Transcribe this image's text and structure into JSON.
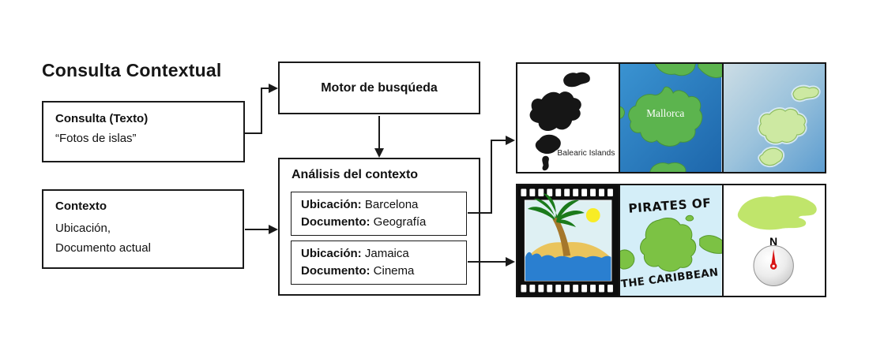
{
  "title": "Consulta Contextual",
  "colors": {
    "line": "#1a1a1a",
    "sea_blue": "#2a80c8",
    "island_green": "#5cb44e",
    "pale_island_green": "#cde9a2",
    "film_sea": "#2a7fd0",
    "sand": "#eac45c",
    "sun_yellow": "#f8ec26",
    "pirates_bg": "#d4eef8",
    "pirates_green": "#7cc244",
    "compass_island_green": "#c0e56b",
    "needle_red": "#d81414"
  },
  "boxes": {
    "consulta": {
      "heading": "Consulta (Texto)",
      "body": "“Fotos de islas”"
    },
    "contexto": {
      "heading": "Contexto",
      "line1": "Ubicación,",
      "line2": "Documento actual"
    },
    "motor": {
      "label": "Motor de busqúeda"
    },
    "analisis": {
      "heading": "Análisis del contexto",
      "results": [
        {
          "ubicacion_label": "Ubicación:",
          "ubicacion_value": " Barcelona",
          "documento_label": "Documento:",
          "documento_value": " Geografía"
        },
        {
          "ubicacion_label": "Ubicación:",
          "ubicacion_value": " Jamaica",
          "documento_label": "Documento:",
          "documento_value": " Cinema"
        }
      ]
    }
  },
  "panels": {
    "balearic_map": {
      "caption": "Balearic Islands"
    },
    "mallorca_map": {
      "label": "Mallorca"
    },
    "pirates": {
      "line1": "PIRATES OF",
      "line2": "THE CARIBBEAN"
    },
    "compass": {
      "north": "N"
    }
  }
}
